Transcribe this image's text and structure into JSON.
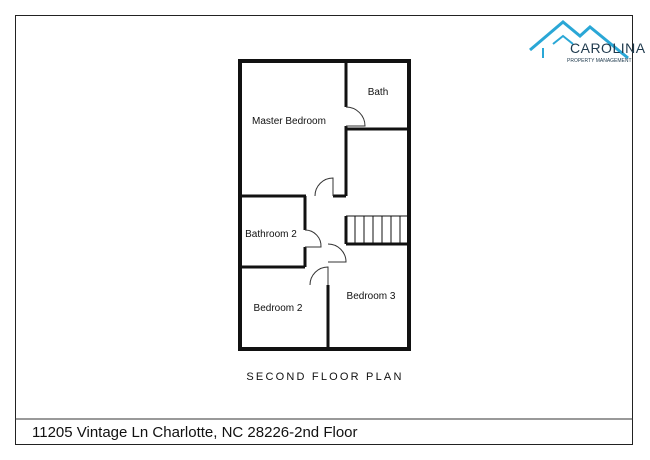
{
  "logo": {
    "brand": "CAROLINA",
    "tagline": "PROPERTY MANAGEMENT",
    "colors": {
      "roof": "#2aa7d6",
      "text": "#1f3a4d"
    }
  },
  "rooms": {
    "master_bedroom": "Master Bedroom",
    "bath": "Bath",
    "bathroom_2": "Bathroom 2",
    "bedroom_2": "Bedroom 2",
    "bedroom_3": "Bedroom 3"
  },
  "plan_title": "SECOND FLOOR PLAN",
  "footer": "11205 Vintage Ln Charlotte, NC 28226-2nd Floor"
}
